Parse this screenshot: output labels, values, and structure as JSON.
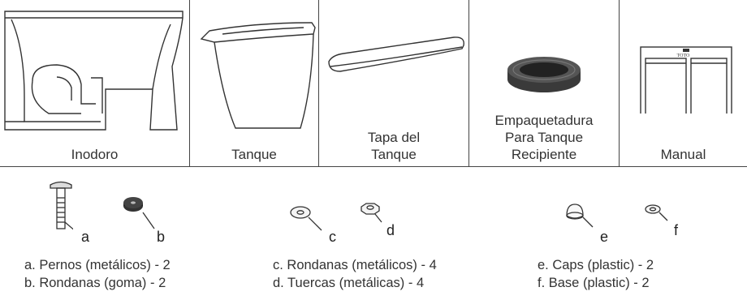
{
  "components": [
    {
      "id": "inodoro",
      "label": "Inodoro"
    },
    {
      "id": "tanque",
      "label": "Tanque"
    },
    {
      "id": "tapa",
      "label": "Tapa del\nTanque"
    },
    {
      "id": "empaquetadura",
      "label": "Empaquetadura\nPara Tanque\nRecipiente"
    },
    {
      "id": "manual",
      "label": "Manual"
    }
  ],
  "manual_brand": "TOTO",
  "parts": [
    {
      "letter": "a",
      "icon": "bolt-icon"
    },
    {
      "letter": "b",
      "icon": "rubber-washer-icon"
    },
    {
      "letter": "c",
      "icon": "metal-washer-icon"
    },
    {
      "letter": "d",
      "icon": "nut-icon"
    },
    {
      "letter": "e",
      "icon": "cap-icon"
    },
    {
      "letter": "f",
      "icon": "base-icon"
    }
  ],
  "descriptions": {
    "group1": [
      "a. Pernos (metálicos) - 2",
      "b. Rondanas (goma) - 2"
    ],
    "group2": [
      "c. Rondanas (metálicos) - 4",
      "d. Tuercas (metálicas) - 4"
    ],
    "group3": [
      "e. Caps (plastic) - 2",
      "f. Base (plastic) - 2"
    ]
  }
}
